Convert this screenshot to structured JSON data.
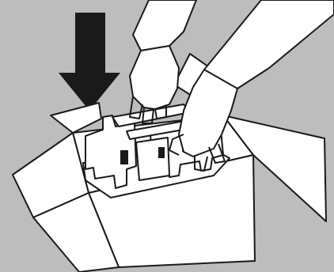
{
  "illustration": {
    "background_color": "#bdbdbd",
    "line_color": "#1a1a1a",
    "fill_color": "#ffffff",
    "arrow_color": "#1a1a1a",
    "arrow_direction": "down",
    "depicts": [
      "down-arrow-icon",
      "open-cardboard-box",
      "packing-insert",
      "left-hand",
      "right-hand"
    ]
  }
}
